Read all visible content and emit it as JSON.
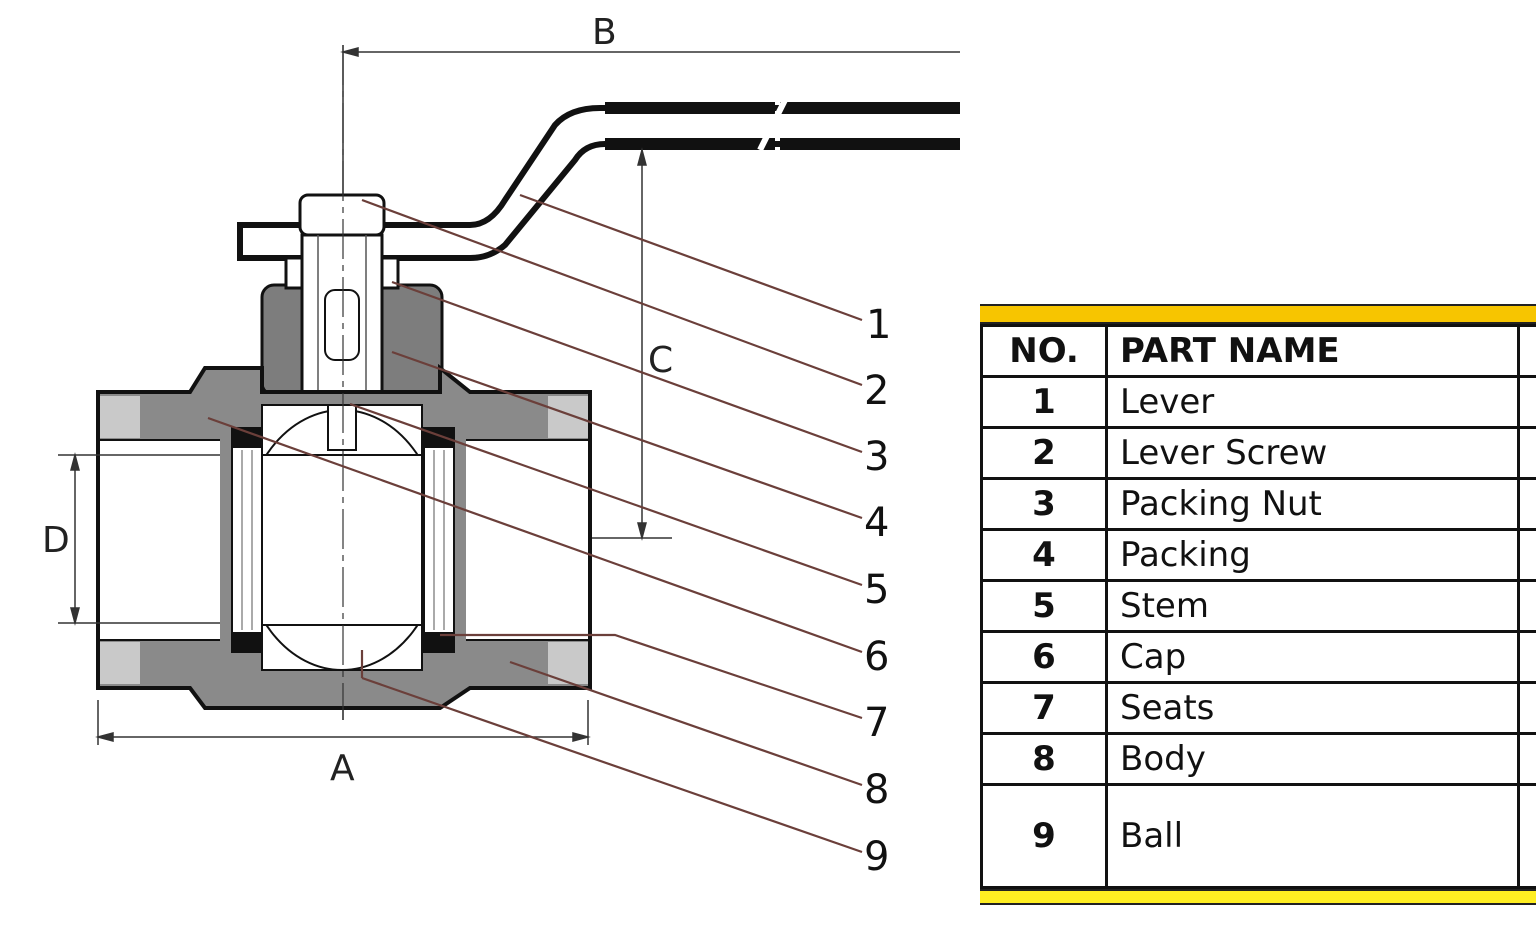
{
  "dimensions": {
    "a": "A",
    "b": "B",
    "c": "C",
    "d": "D"
  },
  "callouts": [
    "1",
    "2",
    "3",
    "4",
    "5",
    "6",
    "7",
    "8",
    "9"
  ],
  "table": {
    "headers": {
      "no": "NO.",
      "name": "PART NAME"
    },
    "rows": [
      {
        "no": "1",
        "name": "Lever"
      },
      {
        "no": "2",
        "name": "Lever Screw"
      },
      {
        "no": "3",
        "name": "Packing Nut"
      },
      {
        "no": "4",
        "name": "Packing"
      },
      {
        "no": "5",
        "name": "Stem"
      },
      {
        "no": "6",
        "name": "Cap"
      },
      {
        "no": "7",
        "name": "Seats"
      },
      {
        "no": "8",
        "name": "Body"
      },
      {
        "no": "9",
        "name": "Ball"
      }
    ]
  },
  "colors": {
    "accent_yellow": "#f7c500",
    "body_gray": "#8a8a8a",
    "light_gray": "#d8d8d8"
  }
}
